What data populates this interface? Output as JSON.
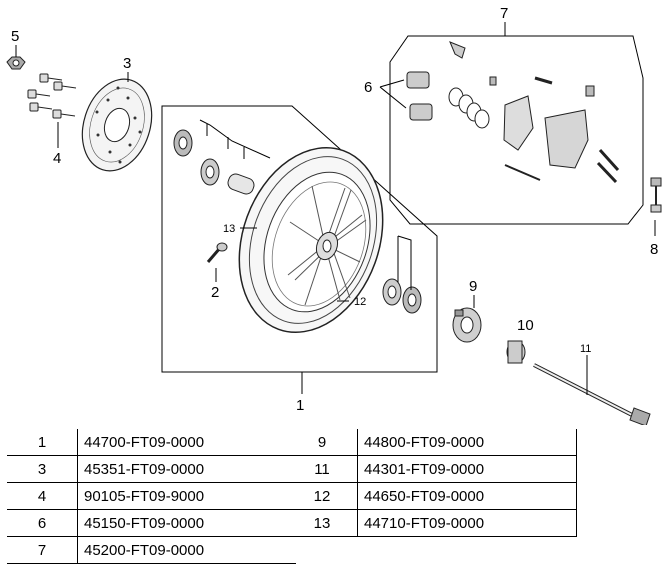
{
  "callouts": {
    "c1": "1",
    "c2": "2",
    "c3": "3",
    "c4": "4",
    "c5": "5",
    "c6": "6",
    "c7": "7",
    "c8": "8",
    "c9": "9",
    "c10": "10",
    "c11": "11",
    "c12": "12",
    "c13": "13"
  },
  "parts_table": {
    "left": [
      {
        "num": "1",
        "code": "44700-FT09-0000"
      },
      {
        "num": "3",
        "code": "45351-FT09-0000"
      },
      {
        "num": "4",
        "code": "90105-FT09-9000"
      },
      {
        "num": "6",
        "code": "45150-FT09-0000"
      },
      {
        "num": "7",
        "code": "45200-FT09-0000"
      }
    ],
    "right": [
      {
        "num": "9",
        "code": "44800-FT09-0000"
      },
      {
        "num": "11",
        "code": "44301-FT09-0000"
      },
      {
        "num": "12",
        "code": "44650-FT09-0000"
      },
      {
        "num": "13",
        "code": "44710-FT09-0000"
      }
    ]
  },
  "icons": {
    "wheel": "spoked-wheel-with-tire-icon",
    "disc": "brake-disc-icon",
    "caliper": "brake-caliper-assembly-icon",
    "axle": "axle-bolt-icon"
  }
}
